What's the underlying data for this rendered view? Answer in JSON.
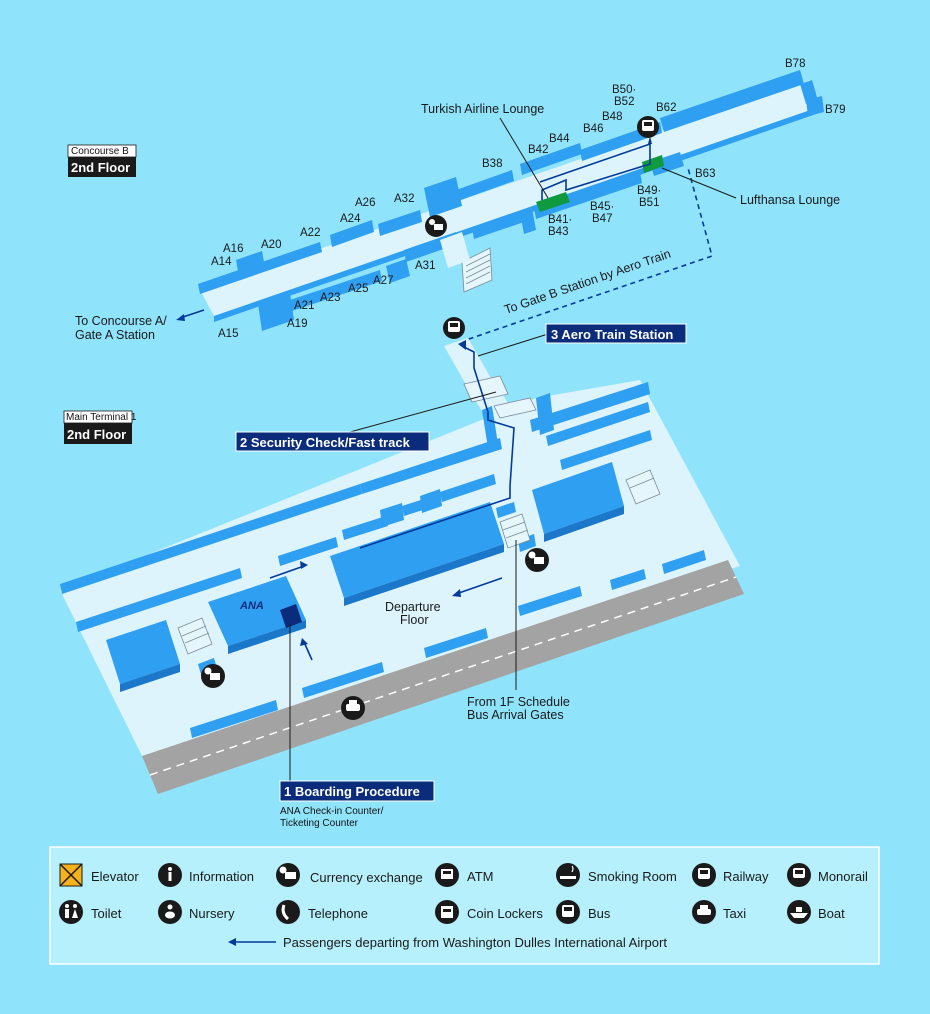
{
  "floor_labels": {
    "concourse": {
      "building": "Concourse B",
      "floor": "2nd Floor"
    },
    "terminal": {
      "building": "Main Terminal 1",
      "floor": "2nd Floor"
    }
  },
  "steps": {
    "boarding": {
      "title": "1 Boarding Procedure",
      "sub1": "ANA Check-in Counter/",
      "sub2": "Ticketing Counter"
    },
    "security": {
      "title": "2 Security Check/Fast track"
    },
    "aerotrain": {
      "title": "3 Aero Train Station"
    }
  },
  "labels": {
    "turkish_lounge": "Turkish Airline Lounge",
    "lufthansa_lounge": "Lufthansa Lounge",
    "to_concourse_a1": "To Concourse A/",
    "to_concourse_a2": "Gate A Station",
    "to_gate_b": "To Gate B Station by Aero Train",
    "departure1": "Departure",
    "departure2": "Floor",
    "from1": "From  1F Schedule",
    "from2": "Bus Arrival Gates",
    "ana_logo": "ANA"
  },
  "gates": {
    "a14": "A14",
    "a15": "A15",
    "a16": "A16",
    "a19": "A19",
    "a20": "A20",
    "a21": "A21",
    "a22": "A22",
    "a23": "A23",
    "a24": "A24",
    "a25": "A25",
    "a26": "A26",
    "a27": "A27",
    "a31": "A31",
    "a32": "A32",
    "b38": "B38",
    "b41": "B41·",
    "b43": "B43",
    "b42": "B42",
    "b44": "B44",
    "b45": "B45·",
    "b47": "B47",
    "b46": "B46",
    "b48": "B48",
    "b49": "B49·",
    "b51": "B51",
    "b50": "B50·",
    "b52": "B52",
    "b62": "B62",
    "b63": "B63",
    "b78": "B78",
    "b79": "B79"
  },
  "legend": {
    "elevator": "Elevator",
    "information": "Information",
    "currency": "Currency exchange",
    "atm": "ATM",
    "smoking": "Smoking Room",
    "railway": "Railway",
    "monorail": "Monorail",
    "toilet": "Toilet",
    "nursery": "Nursery",
    "telephone": "Telephone",
    "coin_lockers": "Coin Lockers",
    "bus": "Bus",
    "taxi": "Taxi",
    "boat": "Boat",
    "route": "Passengers departing from Washington Dulles International Airport"
  },
  "colors": {
    "water": "#8fe3fb",
    "floor": "#ddf4fd",
    "block": "#2f9ff2",
    "route": "#003a9a",
    "tag": "#0a2c7a",
    "lounge": "#0f9a3e",
    "road": "#a3a3a3"
  }
}
